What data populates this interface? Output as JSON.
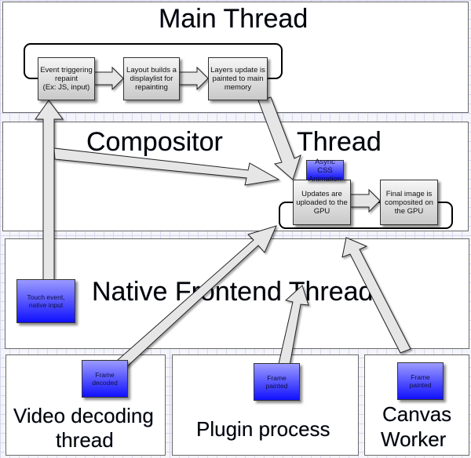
{
  "regions": {
    "main_thread": "Main Thread",
    "compositor_left": "Compositor",
    "compositor_right": "Thread",
    "native_frontend": "Native Frontend Thread",
    "video_decoding_line1": "Video decoding",
    "video_decoding_line2": "thread",
    "plugin_process": "Plugin process",
    "canvas_worker_line1": "Canvas",
    "canvas_worker_line2": "Worker"
  },
  "main_steps": [
    {
      "lines": [
        "Event triggering",
        "repaint",
        "(Ex: JS, input)"
      ]
    },
    {
      "lines": [
        "Layout builds a",
        "displaylist for",
        "repainting"
      ]
    },
    {
      "lines": [
        "Layers update is",
        "painted to main",
        "memory"
      ]
    }
  ],
  "compositor_steps": [
    {
      "lines": [
        "Updates are",
        "uploaded to the",
        "GPU"
      ]
    },
    {
      "lines": [
        "Final image is",
        "composited on",
        "the GPU"
      ]
    }
  ],
  "events": {
    "async_css": [
      "Async CSS",
      "Animation"
    ],
    "touch": [
      "Touch event,",
      "native input"
    ],
    "frame_decoded": [
      "Frame",
      "decoded"
    ],
    "frame_painted_plugin": [
      "Frame",
      "painted"
    ],
    "frame_painted_canvas": [
      "Frame",
      "painted"
    ]
  },
  "colors": {
    "event_box_top": "#9a9aff",
    "event_box_bottom": "#1010ff",
    "step_box_top": "#f6f6f6",
    "step_box_bottom": "#c9c9c9"
  }
}
